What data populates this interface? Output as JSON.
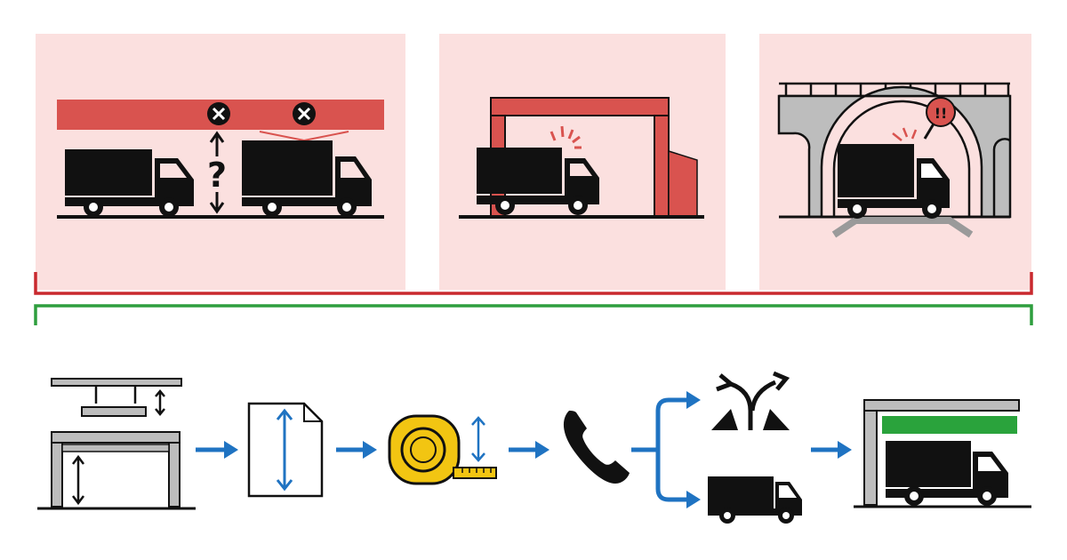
{
  "colors": {
    "panel_bg": "#fbe0df",
    "danger_red": "#d9534f",
    "bracket_red": "#c9292e",
    "bracket_green": "#2e9e3e",
    "arrow_blue": "#1f73c2",
    "tape_yellow": "#f2c512",
    "clearance_green": "#2aa33c",
    "structure_gray": "#bdbdbd",
    "ink": "#111111"
  },
  "panels": [
    {
      "name": "unknown-clearance-scenario",
      "glyph": "?"
    },
    {
      "name": "gate-collision-scenario"
    },
    {
      "name": "bridge-collision-scenario",
      "glyph": "!!"
    }
  ],
  "steps": [
    {
      "name": "measure-structure-height",
      "icon": "garage-height-icon"
    },
    {
      "name": "check-documents",
      "icon": "document-height-icon"
    },
    {
      "name": "measure-vehicle",
      "icon": "tape-measure-icon"
    },
    {
      "name": "call-ahead",
      "icon": "phone-icon"
    },
    {
      "name": "choose-route-or-vehicle",
      "icon": "branch-icon"
    },
    {
      "name": "safe-clearance",
      "icon": "truck-under-clearance-icon"
    }
  ]
}
